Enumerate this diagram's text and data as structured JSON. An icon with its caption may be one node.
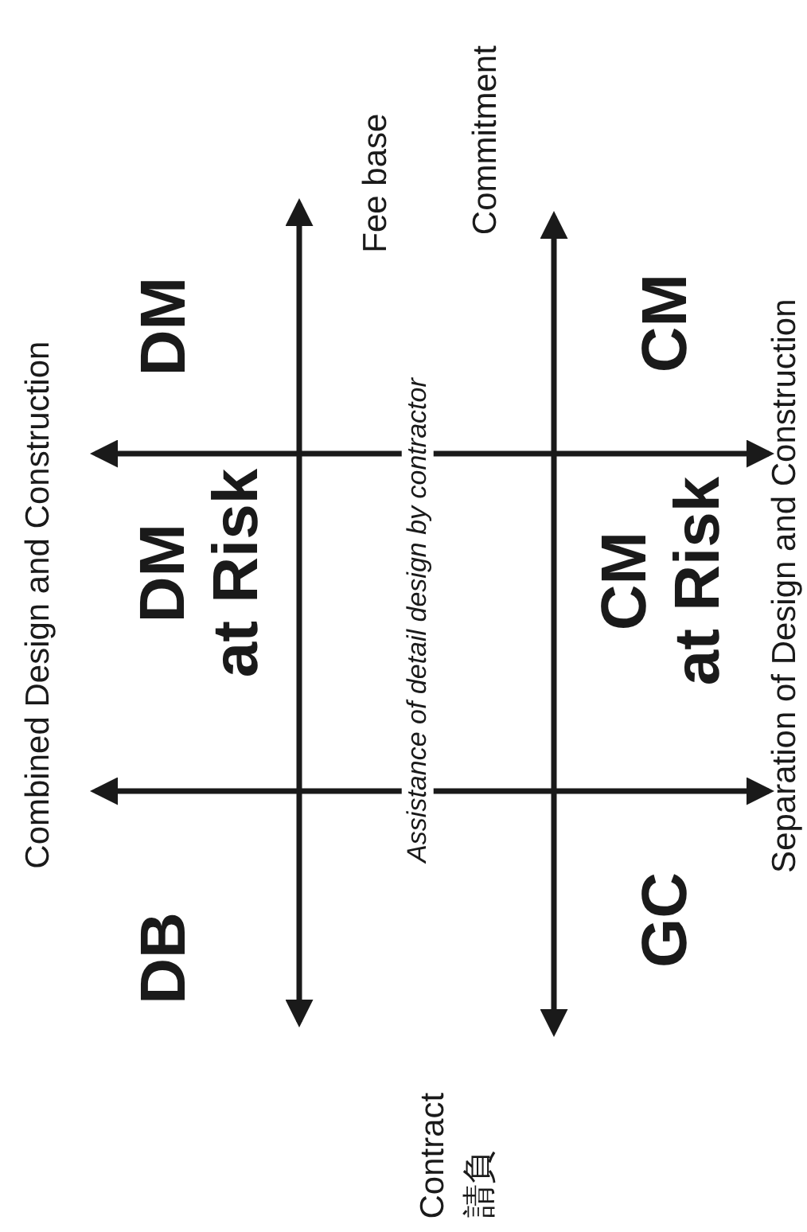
{
  "diagram": {
    "labels": [
      "Fee base",
      "Commitment",
      "Combined Design and Construction",
      "DM",
      "CM",
      "Separation of Design and Construction",
      "DM at Risk",
      "CM at Risk",
      "Assistance of detail design by contractor",
      "DB",
      "GC",
      "Contract",
      "請負"
    ]
  }
}
